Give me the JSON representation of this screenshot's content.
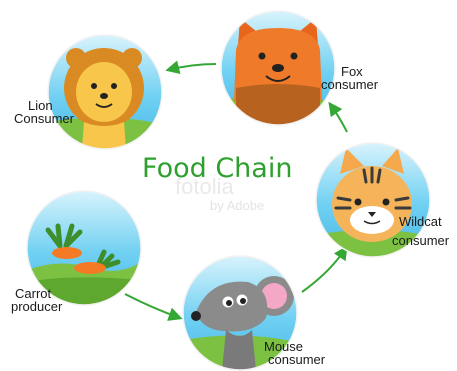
{
  "title": "Food Chain",
  "watermark": {
    "brand": "fotolia",
    "by": "by Adobe"
  },
  "colors": {
    "title": "#2ea02e",
    "arrow": "#35a735",
    "sky": "#5bc8ef",
    "grass": "#7cc142"
  },
  "nodes": [
    {
      "id": "carrot",
      "name": "Carrot",
      "role": "producer",
      "icon": "carrot-icon"
    },
    {
      "id": "mouse",
      "name": "Mouse",
      "role": "consumer",
      "icon": "mouse-icon"
    },
    {
      "id": "wildcat",
      "name": "Wildcat",
      "role": "consumer",
      "icon": "wildcat-icon"
    },
    {
      "id": "fox",
      "name": "Fox",
      "role": "consumer",
      "icon": "fox-icon"
    },
    {
      "id": "lion",
      "name": "Lion",
      "role": "Consumer",
      "icon": "lion-icon"
    }
  ],
  "edges": [
    {
      "from": "carrot",
      "to": "mouse"
    },
    {
      "from": "mouse",
      "to": "wildcat"
    },
    {
      "from": "wildcat",
      "to": "fox"
    },
    {
      "from": "fox",
      "to": "lion"
    }
  ]
}
